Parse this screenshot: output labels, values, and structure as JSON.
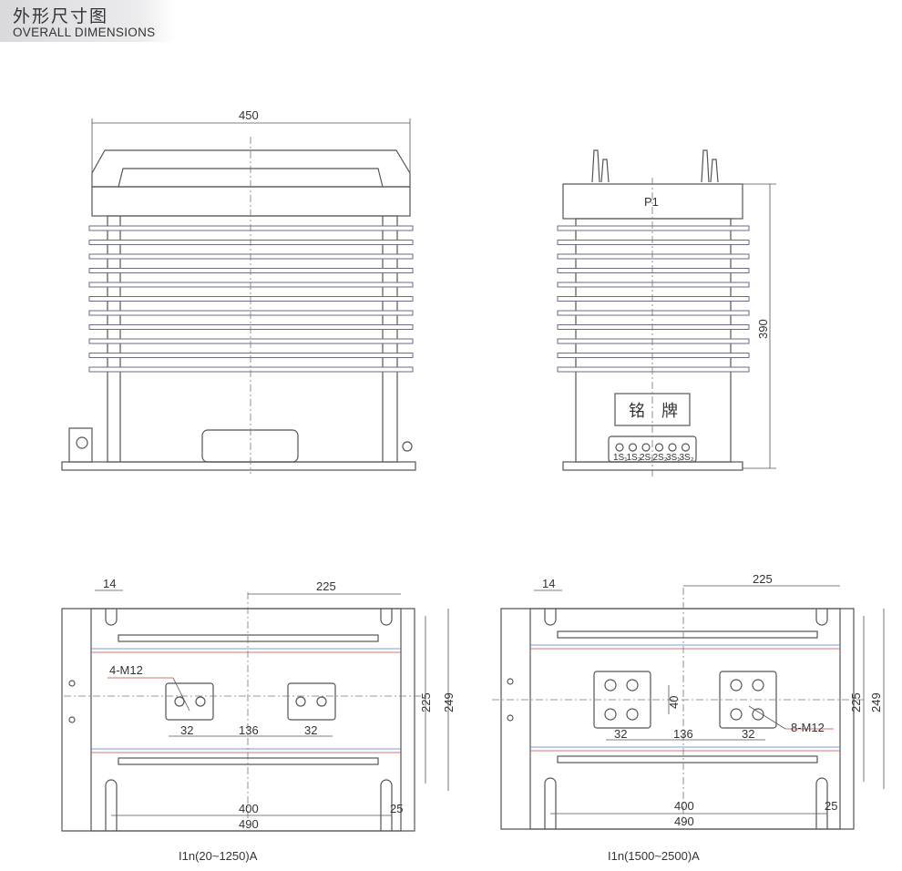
{
  "header": {
    "title_cn": "外形尺寸图",
    "title_en": "OVERALL DIMENSIONS"
  },
  "front_view": {
    "width_dim": "450"
  },
  "side_view": {
    "top_label": "P1",
    "nameplate": [
      "铭",
      "牌"
    ],
    "terminals": [
      "1S₁",
      "1S₂",
      "2S₁",
      "2S₂",
      "3S₁",
      "3S₂"
    ],
    "height_dim": "390"
  },
  "plan_left": {
    "dims": {
      "hole_offset": "14",
      "half_width": "225",
      "bolt": "4-M12",
      "pitch_a": "32",
      "center": "136",
      "pitch_b": "32",
      "inner_h": "225",
      "outer_h": "249",
      "hole_span": "400",
      "edge": "25",
      "total": "490"
    },
    "caption": "I1n(20~1250)A"
  },
  "plan_right": {
    "dims": {
      "hole_offset": "14",
      "half_width": "225",
      "vert_pitch": "40",
      "pitch_a": "32",
      "center": "136",
      "pitch_b": "32",
      "bolt": "8-M12",
      "inner_h": "225",
      "outer_h": "249",
      "hole_span": "400",
      "edge": "25",
      "total": "490"
    },
    "caption": "I1n(1500~2500)A"
  }
}
